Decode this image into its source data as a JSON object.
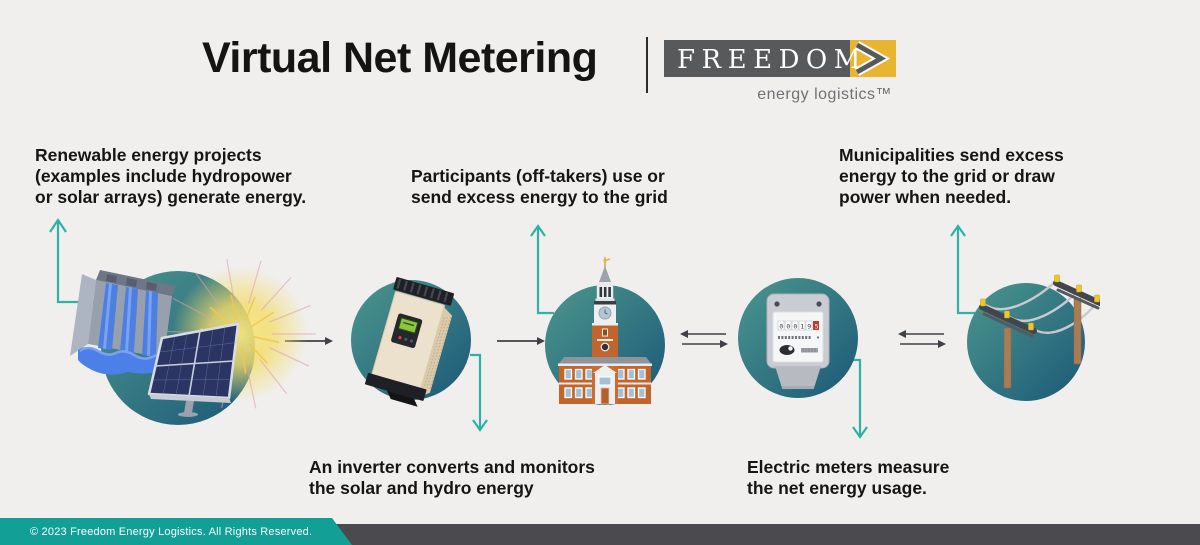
{
  "header": {
    "title": "Virtual Net Metering",
    "logo": {
      "brand": "FREEDOM",
      "tagline": "energy logistics™"
    }
  },
  "diagram": {
    "steps": [
      {
        "name": "generation",
        "caption": "Renewable energy projects\n(examples include hydropower\nor solar arrays) generate energy.",
        "icon": "hydro-solar-icon"
      },
      {
        "name": "inverter",
        "caption": "An inverter converts and monitors\nthe solar and hydro energy",
        "icon": "inverter-icon"
      },
      {
        "name": "participants",
        "caption": "Participants (off-takers) use or\nsend excess energy to the grid",
        "icon": "building-icon"
      },
      {
        "name": "meter",
        "caption": "Electric meters measure\nthe net energy usage.",
        "icon": "electric-meter-icon",
        "meter_reading": "00019",
        "meter_reading_last_digit": "5"
      },
      {
        "name": "grid",
        "caption": "Municipalities send excess\nenergy to the grid or draw\npower when needed.",
        "icon": "power-lines-icon"
      }
    ]
  },
  "footer": {
    "copyright": "© 2023 Freedom Energy Logistics. All Rights Reserved."
  },
  "colors": {
    "background": "#F0EFED",
    "accent_teal": "#2FB1A5",
    "footer_teal": "#12A096",
    "footer_gray": "#4A4A4F",
    "circle_gradient_top": "#4C978D",
    "circle_gradient_bottom": "#1C5878",
    "logo_gray": "#58595B",
    "logo_gold": "#E9B530",
    "flow_arrow_dark": "#3F4146",
    "text_dark": "#151515"
  }
}
